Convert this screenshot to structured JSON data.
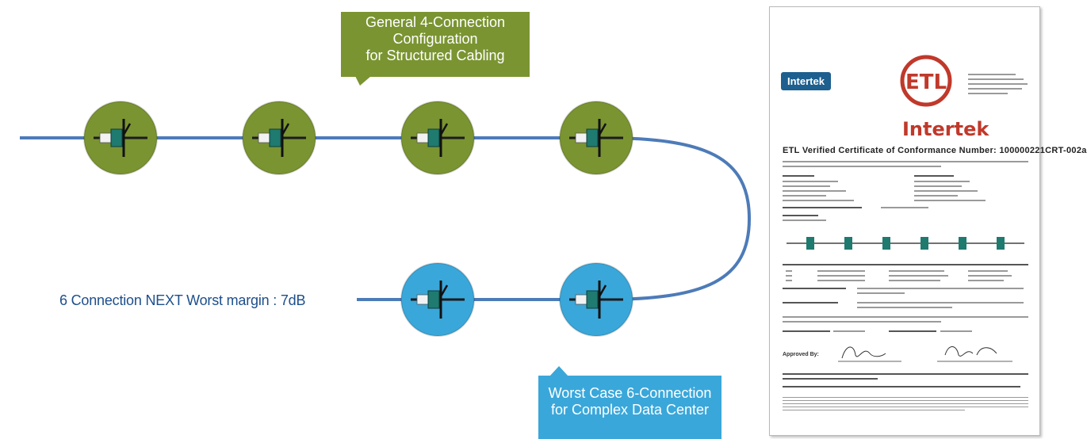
{
  "callouts": {
    "top": {
      "line1": "General 4-Connection",
      "line2": "Configuration",
      "line3": "for Structured Cabling",
      "color": "#7a9431"
    },
    "bottom": {
      "line1": "Worst Case 6-Connection",
      "line2": "for Complex Data Center",
      "color": "#3aa7da"
    }
  },
  "worst_margin_label": "6 Connection NEXT Worst margin : 7dB",
  "connectors": {
    "green_color": "#7a9431",
    "blue_color": "#3aa7da",
    "cable_color": "#4d7bb8",
    "top_row_count": 4,
    "bottom_row_count": 2
  },
  "certificate": {
    "logo": "Intertek",
    "mark": "ETL",
    "brand": "Intertek",
    "title": "ETL Verified Certificate of Conformance Number: 100000221CRT-002a"
  }
}
